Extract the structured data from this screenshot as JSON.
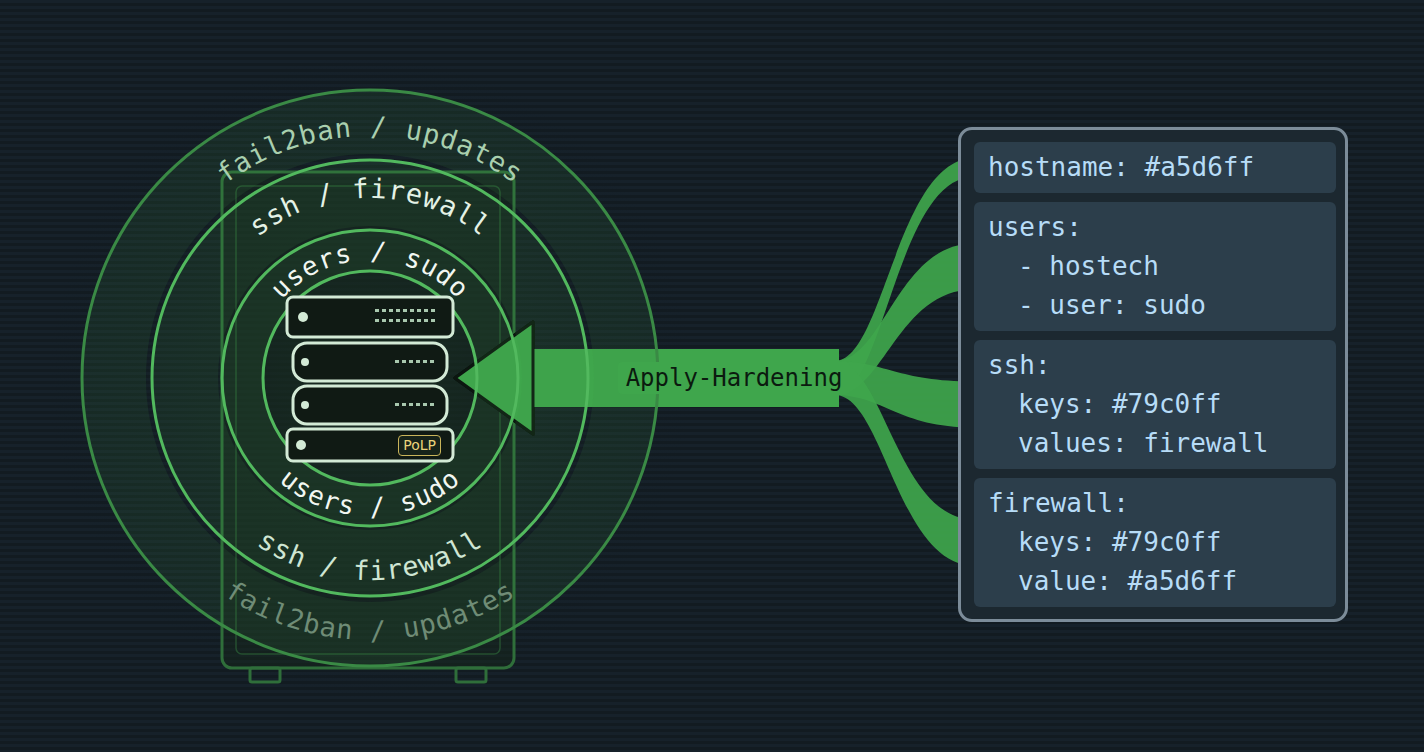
{
  "diagram": {
    "nodes": [
      {
        "text": [
          "fail2ban / updates",
          "fail2ban / updates"
        ]
      },
      {
        "text": [
          "ssh / firewall",
          "ssh / firewall"
        ],
        "in": 0
      },
      {
        "text": [
          "users / sudo",
          "users / sudo"
        ],
        "in": 1
      },
      {
        "text": [
          "PoLP"
        ],
        "in": 2
      },
      {
        "text": [
          "hostname: #a5d6ff"
        ]
      },
      {
        "text": [
          "users:",
          "- hostech",
          "- user: sudo"
        ]
      },
      {
        "text": [
          "ssh:",
          "keys: #79c0ff",
          "values: firewall"
        ]
      },
      {
        "text": [
          "firewall:",
          "keys: #79c0ff",
          "value: #a5d6ff"
        ]
      }
    ],
    "edges": [
      {
        "from": 4,
        "to": 3,
        "arrow": "to",
        "label": "Apply-Hardening"
      },
      {
        "from": 5,
        "to": 3,
        "arrow": "to"
      },
      {
        "from": 6,
        "to": 3,
        "arrow": "to"
      },
      {
        "from": 7,
        "to": 3,
        "arrow": "to"
      }
    ]
  }
}
